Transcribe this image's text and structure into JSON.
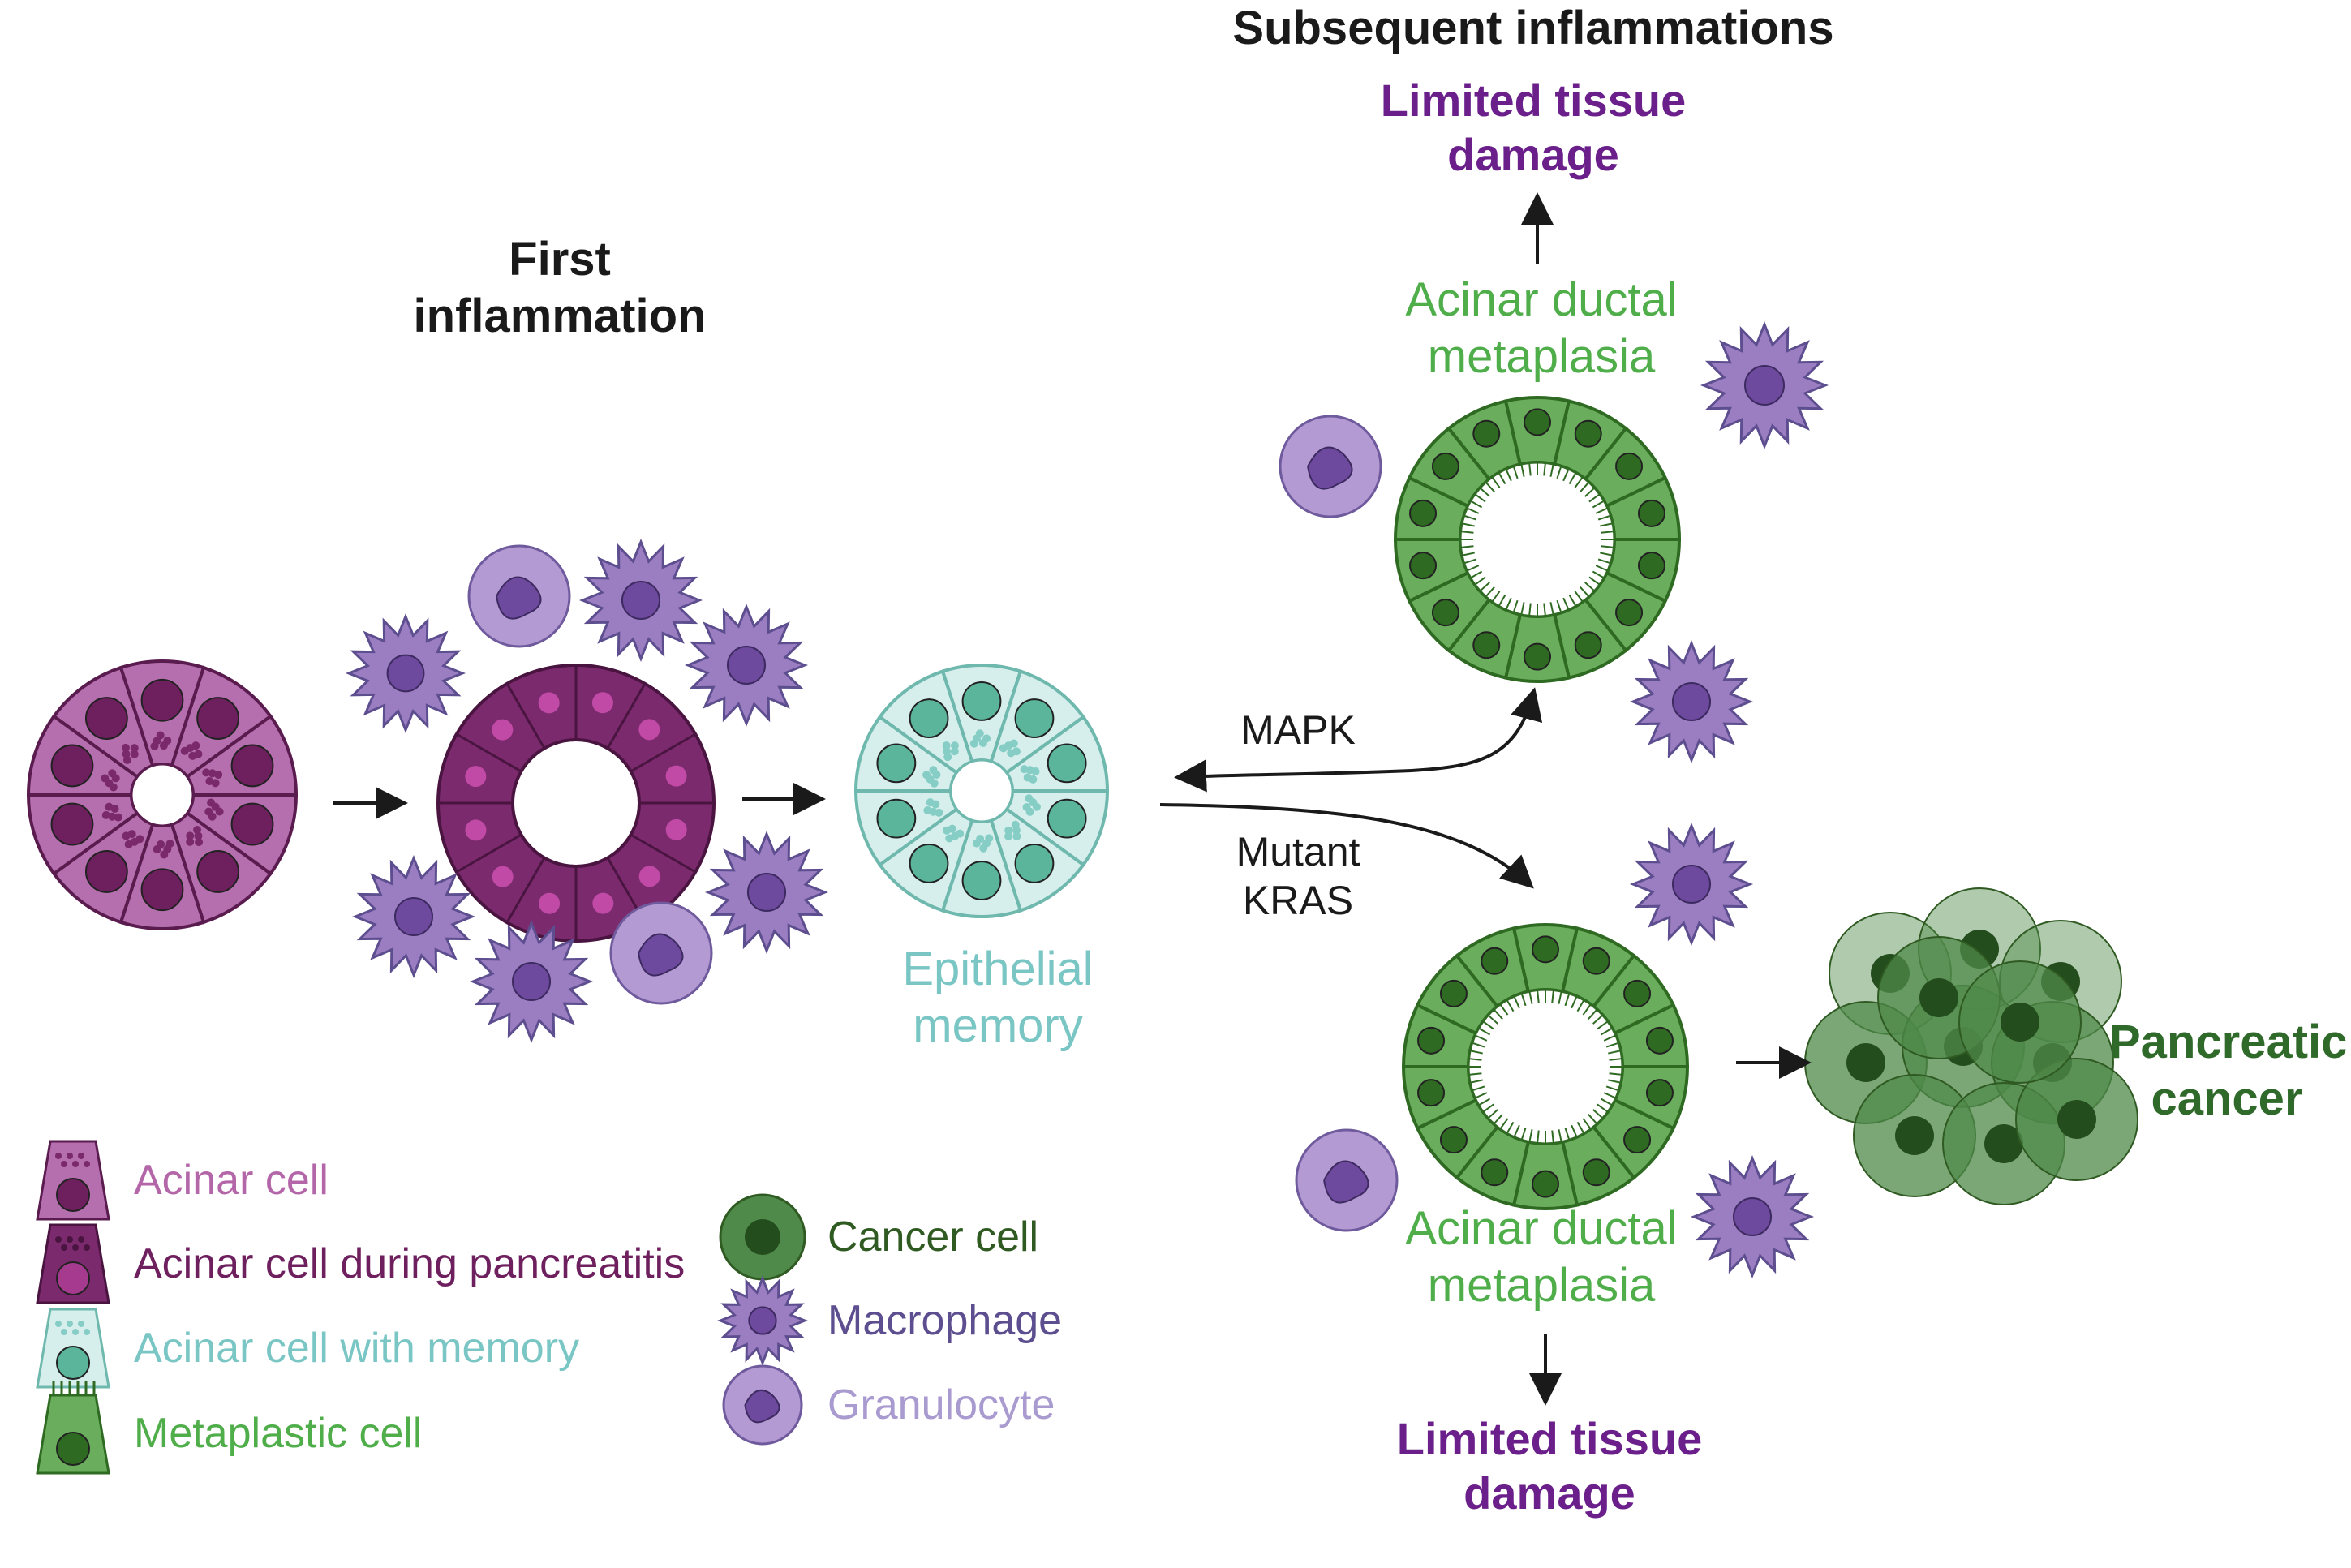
{
  "colors": {
    "acinar": "#b56fae",
    "acinar_dark": "#6e1f5e",
    "pancreatitis": "#7b2a6d",
    "memory": "#d7efec",
    "memory_nucleus": "#5bb59b",
    "metaplastic": "#6aad5c",
    "metaplastic_nucleus": "#2f6a22",
    "macrophage": "#9b7dc1",
    "granulocyte": "#b39ad2",
    "cancer": "#4f8a4a"
  },
  "titles": {
    "first_line1": "First",
    "first_line2": "inflammation",
    "subsequent": "Subsequent inflammations"
  },
  "labels": {
    "epithelial_line1": "Epithelial",
    "epithelial_line2": "memory",
    "mapk": "MAPK",
    "mutant_line1": "Mutant",
    "mutant_line2": "KRAS",
    "adm_line1": "Acinar ductal",
    "adm_line2": "metaplasia",
    "damage_line1": "Limited tissue",
    "damage_line2": "damage",
    "cancer_line1": "Pancreatic",
    "cancer_line2": "cancer"
  },
  "legend": [
    {
      "label": "Acinar cell",
      "color": "#b467a8",
      "icon": "acinar-cell-icon"
    },
    {
      "label": "Acinar cell during pancreatitis",
      "color": "#6e1f5e",
      "icon": "acinar-pancreatitis-icon"
    },
    {
      "label": "Acinar cell with memory",
      "color": "#79c6c4",
      "icon": "memory-cell-icon"
    },
    {
      "label": "Metaplastic cell",
      "color": "#4fae4a",
      "icon": "metaplastic-cell-icon"
    },
    {
      "label": "Cancer cell",
      "color": "#2f5a22",
      "icon": "cancer-cell-icon"
    },
    {
      "label": "Macrophage",
      "color": "#5d4e8f",
      "icon": "macrophage-icon"
    },
    {
      "label": "Granulocyte",
      "color": "#a99ad0",
      "icon": "granulocyte-icon"
    }
  ]
}
